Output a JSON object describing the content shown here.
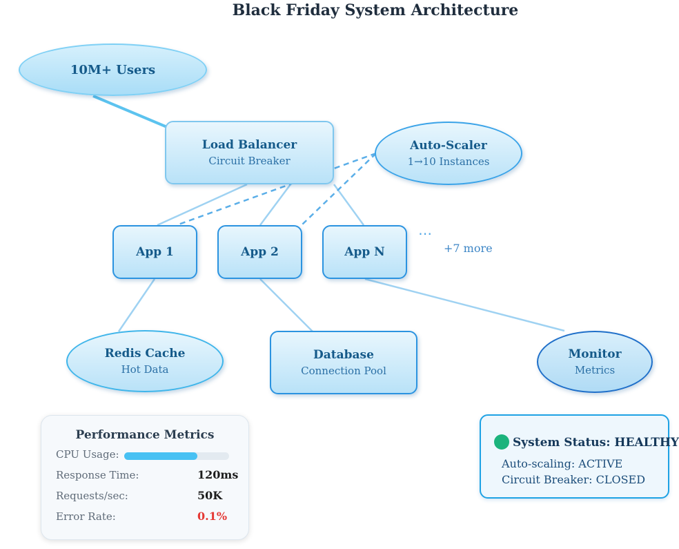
{
  "title": "Black Friday System Architecture",
  "nodes": {
    "users": {
      "label": "10M+ Users"
    },
    "load_balancer": {
      "label": "Load Balancer",
      "sub": "Circuit Breaker"
    },
    "auto_scaler": {
      "label": "Auto-Scaler",
      "sub": "1→10 Instances"
    },
    "app1": {
      "label": "App 1"
    },
    "app2": {
      "label": "App 2"
    },
    "appn": {
      "label": "App N"
    },
    "redis": {
      "label": "Redis Cache",
      "sub": "Hot Data"
    },
    "database": {
      "label": "Database",
      "sub": "Connection Pool"
    },
    "monitor": {
      "label": "Monitor",
      "sub": "Metrics"
    }
  },
  "overflow": {
    "dots": "⋯",
    "label": "+7 more"
  },
  "metrics": {
    "title": "Performance Metrics",
    "cpu_label": "CPU Usage:",
    "cpu_fraction": 0.7,
    "rows": [
      {
        "label": "Response Time:",
        "value": "120ms"
      },
      {
        "label": "Requests/sec:",
        "value": "50K"
      },
      {
        "label": "Error Rate:",
        "value": "0.1%"
      }
    ]
  },
  "status": {
    "heading": "System Status: HEALTHY",
    "autoscaling": "Auto-scaling: ACTIVE",
    "circuit_breaker": "Circuit Breaker: CLOSED",
    "dot_color": "#1bb37c"
  },
  "colors": {
    "accent": "#3aa3e8",
    "error": "#e53935",
    "text_dark": "#155a8a"
  }
}
